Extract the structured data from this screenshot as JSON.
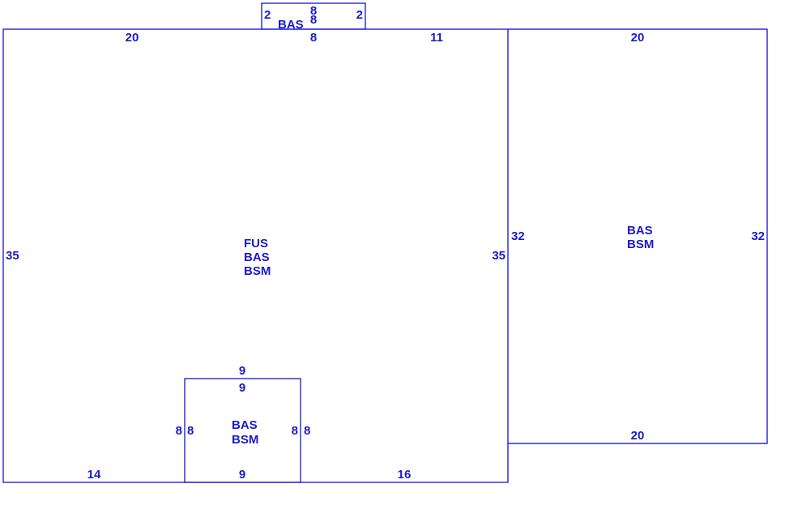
{
  "areas": {
    "main": {
      "labels": [
        "FUS",
        "BAS",
        "BSM"
      ],
      "dims": {
        "top_left": "20",
        "top_mid": "8",
        "top_right": "11",
        "left": "35",
        "right": "35",
        "bottom_left": "14",
        "bottom_right": "16"
      }
    },
    "bay": {
      "label": "BAS",
      "dims": {
        "left": "2",
        "right": "2",
        "top": "8",
        "mid": "8"
      }
    },
    "inset": {
      "labels": [
        "BAS",
        "BSM"
      ],
      "dims": {
        "top_outer": "9",
        "top_inner": "9",
        "bottom": "9",
        "left_outer": "8",
        "left_inner": "8",
        "right_inner": "8",
        "right_outer": "8"
      }
    },
    "east": {
      "labels": [
        "BAS",
        "BSM"
      ],
      "dims": {
        "top": "20",
        "bottom": "20",
        "left": "32",
        "right": "32"
      }
    }
  },
  "colors": {
    "line": "#0000cc",
    "text": "#1a1acc"
  }
}
